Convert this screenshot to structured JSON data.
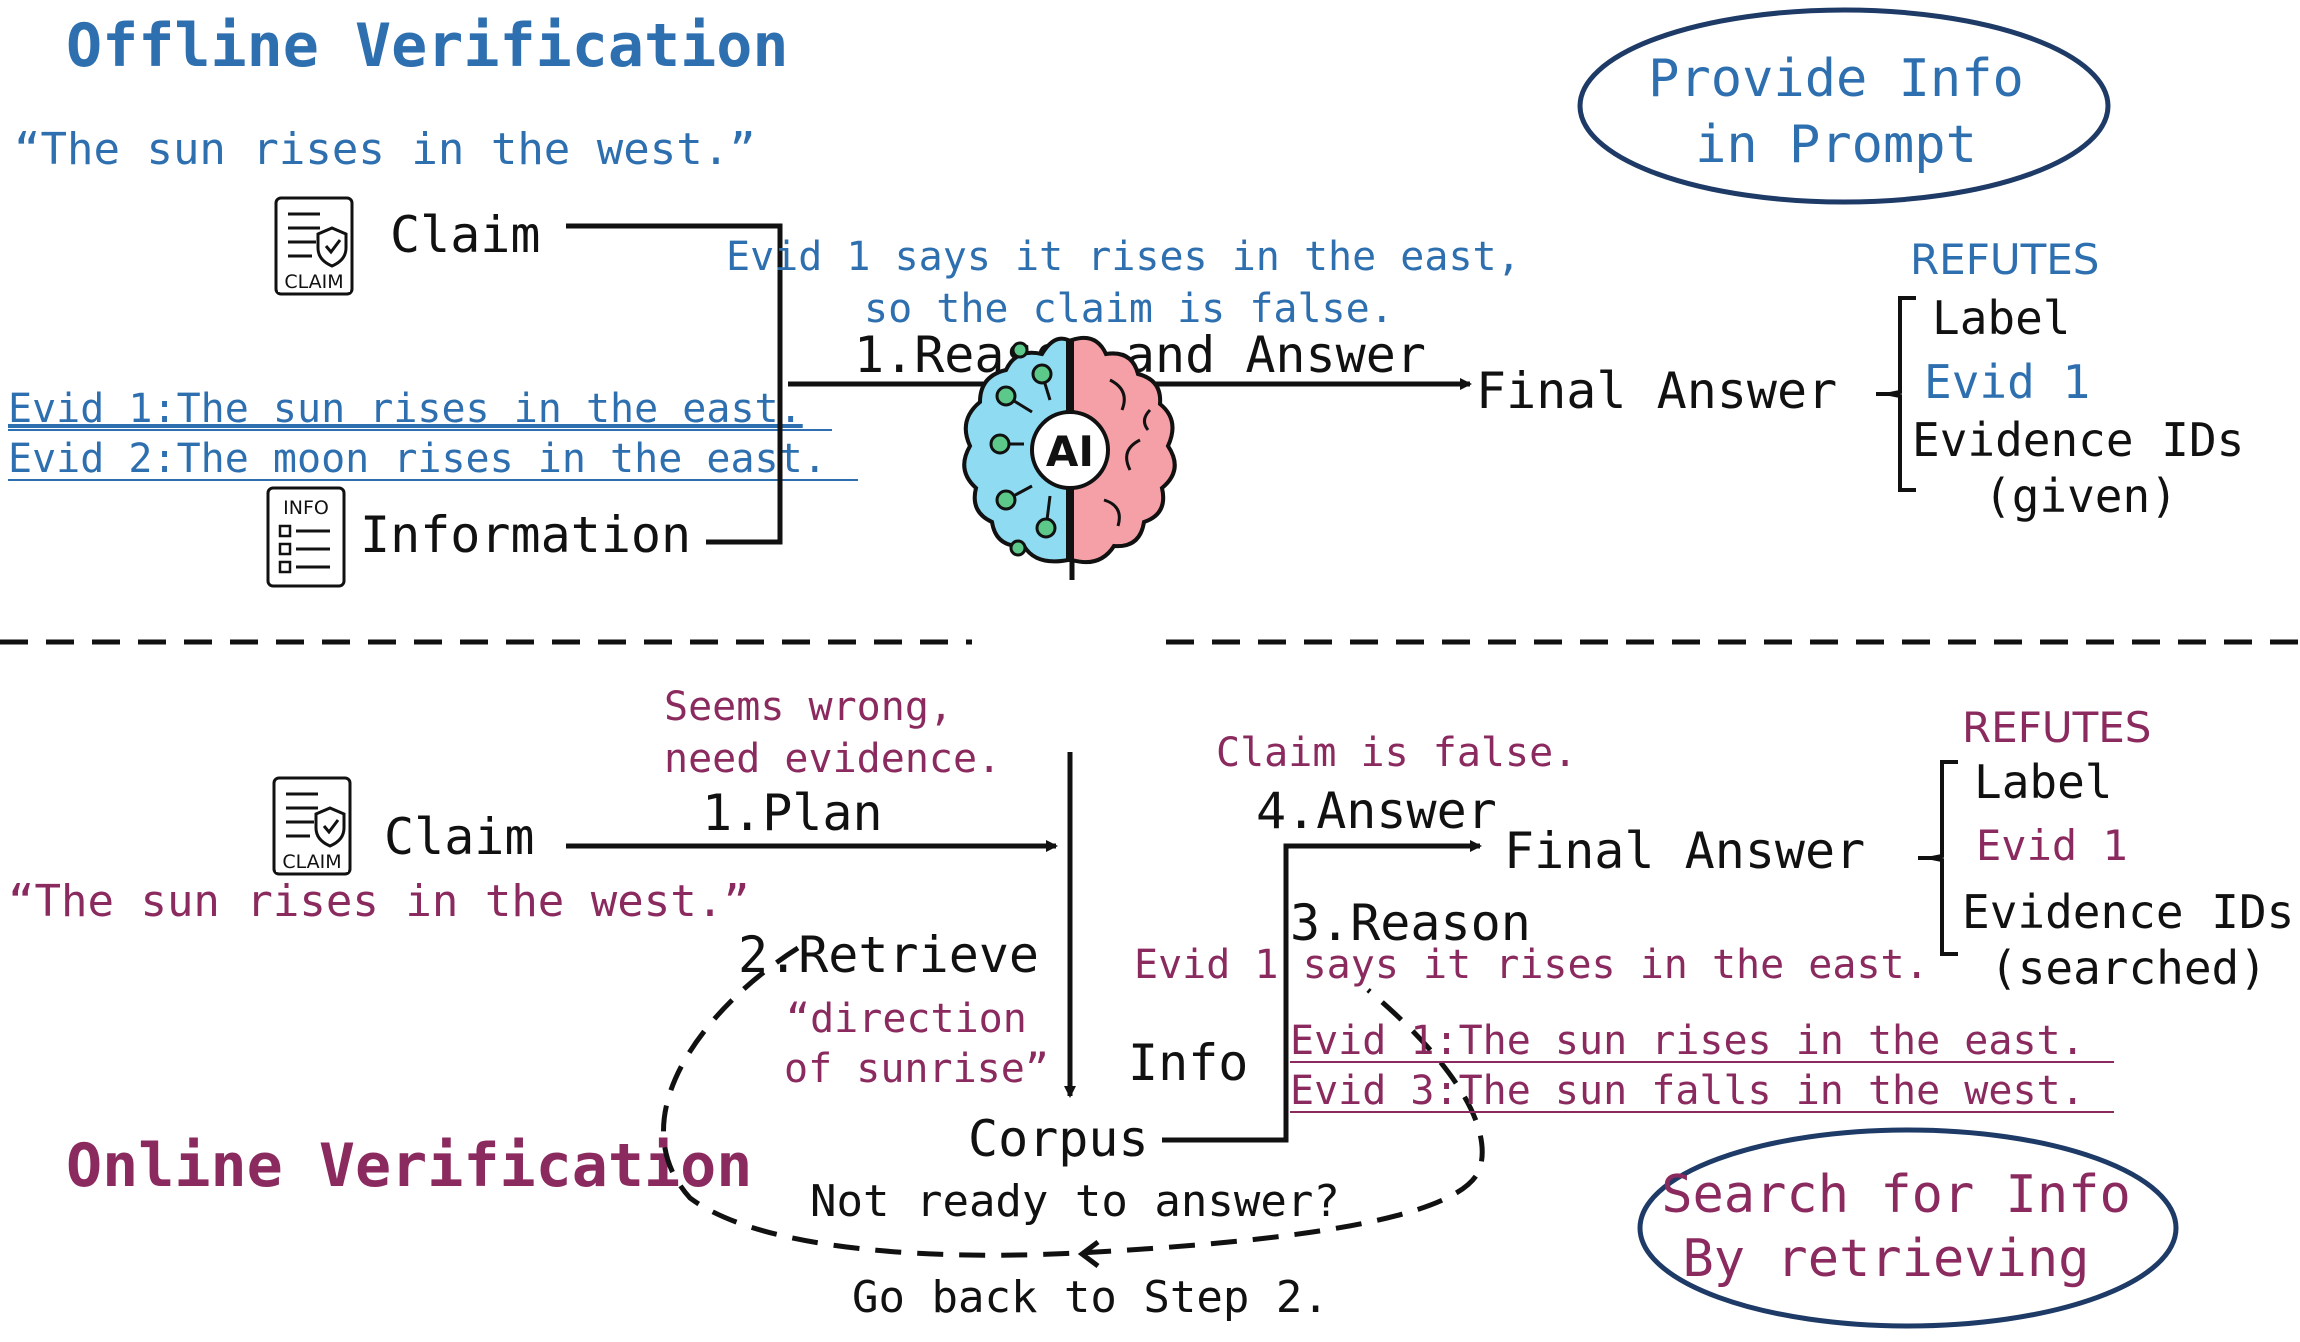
{
  "offline": {
    "title": "Offline Verification",
    "claim_text": "“The sun rises in the west.”",
    "claim_label": "Claim",
    "claim_icon_text": "CLAIM",
    "info_icon_text": "INFO",
    "info_label": "Information",
    "evidence": [
      "Evid 1:The sun rises in the east.",
      "Evid 2:The moon rises in the east."
    ],
    "reasoning_line1": "Evid 1 says it rises in the east,",
    "reasoning_line2": "so the claim is false.",
    "step": "1.Reason and Answer",
    "final_answer": "Final Answer",
    "verdict": "REFUTES",
    "label": "Label",
    "evid_id": "Evid 1",
    "evidence_ids_line1": "Evidence IDs",
    "evidence_ids_line2": "(given)",
    "bubble_line1": "Provide Info",
    "bubble_line2": "in Prompt"
  },
  "center": {
    "ai_text": "AI"
  },
  "online": {
    "title": "Online Verification",
    "claim_label": "Claim",
    "claim_icon_text": "CLAIM",
    "claim_text": "“The sun rises in the west.”",
    "thought_line1": "Seems wrong,",
    "thought_line2": "need evidence.",
    "step_plan": "1.Plan",
    "step_retrieve": "2.Retrieve",
    "query_line1": "“direction",
    "query_line2": "of sunrise”",
    "info_label": "Info",
    "corpus": "Corpus",
    "not_ready": "Not ready to answer?",
    "go_back": "Go back to Step 2.",
    "claim_false": "Claim is false.",
    "step_answer": "4.Answer",
    "step_reason": "3.Reason",
    "reasoning": "Evid 1 says it rises in the east.",
    "evidence": [
      "Evid 1:The sun rises in the east.",
      "Evid 3:The sun falls in the west."
    ],
    "final_answer": "Final Answer",
    "verdict": "REFUTES",
    "label": "Label",
    "evid_id": "Evid 1",
    "evidence_ids_line1": "Evidence IDs",
    "evidence_ids_line2": "(searched)",
    "bubble_line1": "Search for Info",
    "bubble_line2": "By retrieving"
  },
  "colors": {
    "offline": "#2e6fb0",
    "online": "#8b2a5e",
    "brain_left": "#8fdcf2",
    "brain_right": "#f5a0a6",
    "node": "#5cc98a"
  }
}
